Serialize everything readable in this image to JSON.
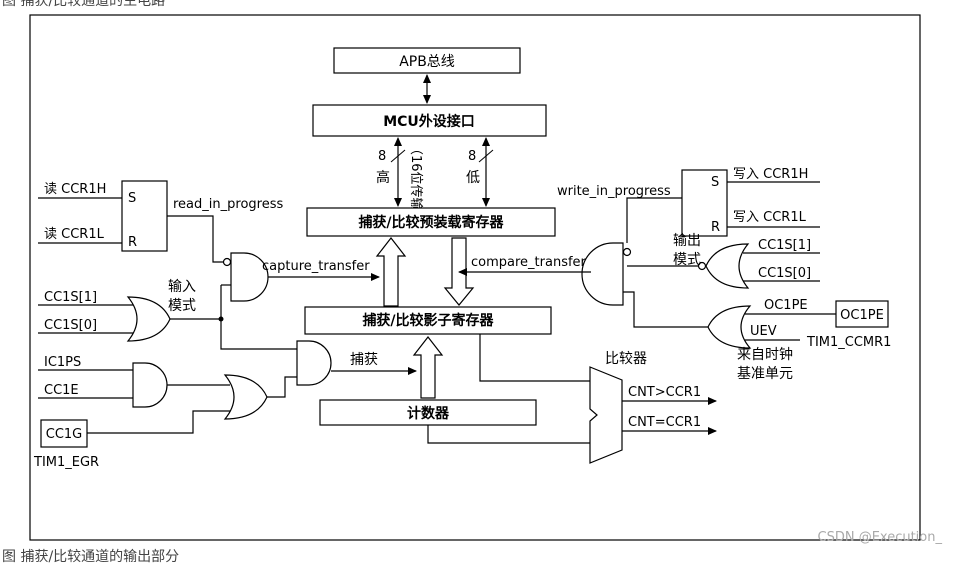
{
  "captions": {
    "top": "图 捕获/比较通道的主电路",
    "bottom": "图 捕获/比较通道的输出部分"
  },
  "blocks": {
    "apb": "APB总线",
    "mcu": "MCU外设接口",
    "preload": "捕获/比较预装载寄存器",
    "shadow": "捕获/比较影子寄存器",
    "counter": "计数器",
    "cc1g": "CC1G",
    "oc1pe_box": "OC1PE"
  },
  "labels": {
    "read_ccr1h": "读 CCR1H",
    "read_ccr1l": "读 CCR1L",
    "s_left": "S",
    "r_left": "R",
    "read_in_progress": "read_in_progress",
    "capture_transfer": "capture_transfer",
    "input_mode_1": "输入",
    "input_mode_2": "模式",
    "cc1s1_left": "CC1S[1]",
    "cc1s0_left": "CC1S[0]",
    "ic1ps": "IC1PS",
    "cc1e": "CC1E",
    "tim1_egr": "TIM1_EGR",
    "capture": "捕获",
    "bus_8_left": "8",
    "high": "高",
    "bus_16": "（16位传输）",
    "bus_8_right": "8",
    "low": "低",
    "write_in_progress": "write_in_progress",
    "s_right": "S",
    "r_right": "R",
    "write_ccr1h": "写入 CCR1H",
    "write_ccr1l": "写入 CCR1L",
    "output_mode_1": "输出",
    "output_mode_2": "模式",
    "cc1s1_right": "CC1S[1]",
    "cc1s0_right": "CC1S[0]",
    "compare_transfer": "compare_transfer",
    "oc1pe": "OC1PE",
    "uev": "UEV",
    "tim1_ccmr1": "TIM1_CCMR1",
    "from_clock_1": "来自时钟",
    "from_clock_2": "基准单元",
    "comparator": "比较器",
    "cnt_gt": "CNT>CCR1",
    "cnt_eq": "CNT=CCR1"
  },
  "watermark": "CSDN @Execution_"
}
